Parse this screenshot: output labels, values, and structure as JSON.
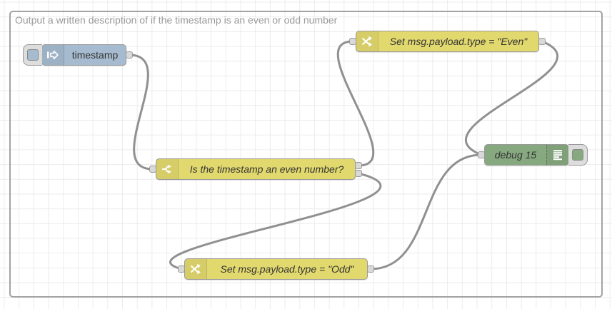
{
  "editor": {
    "group": {
      "label": "Output a written description of if the timestamp is an even or odd number"
    },
    "nodes": [
      {
        "id": "timestamp",
        "type": "inject",
        "label": "timestamp",
        "color": "#a6bbcf",
        "icon": "inject-arrow-icon",
        "outputs": 1
      },
      {
        "id": "switch",
        "type": "switch",
        "label": "Is the timestamp an even number?",
        "color": "#e2d96e",
        "icon": "switch-branch-icon",
        "outputs": 2
      },
      {
        "id": "change-even",
        "type": "change",
        "label": "Set msg.payload.type = \"Even\"",
        "color": "#e2d96e",
        "icon": "change-shuffle-icon",
        "outputs": 1
      },
      {
        "id": "change-odd",
        "type": "change",
        "label": "Set msg.payload.type = \"Odd\"",
        "color": "#e2d96e",
        "icon": "change-shuffle-icon",
        "outputs": 1
      },
      {
        "id": "debug",
        "type": "debug",
        "label": "debug 15",
        "color": "#87a980",
        "icon": "debug-list-icon",
        "outputs": 0
      }
    ],
    "wires": [
      {
        "from": "timestamp",
        "to": "switch"
      },
      {
        "from": "switch:out1",
        "to": "change-even"
      },
      {
        "from": "switch:out2",
        "to": "change-odd"
      },
      {
        "from": "change-even",
        "to": "debug"
      },
      {
        "from": "change-odd",
        "to": "debug"
      }
    ],
    "colors": {
      "wire": "#909090",
      "group_border": "#a3a3a3",
      "group_label": "#999999",
      "port_fill": "#d9d9d9",
      "node_border": "#999999",
      "node_label": "#333333",
      "canvas_grid": "#ececec"
    }
  }
}
